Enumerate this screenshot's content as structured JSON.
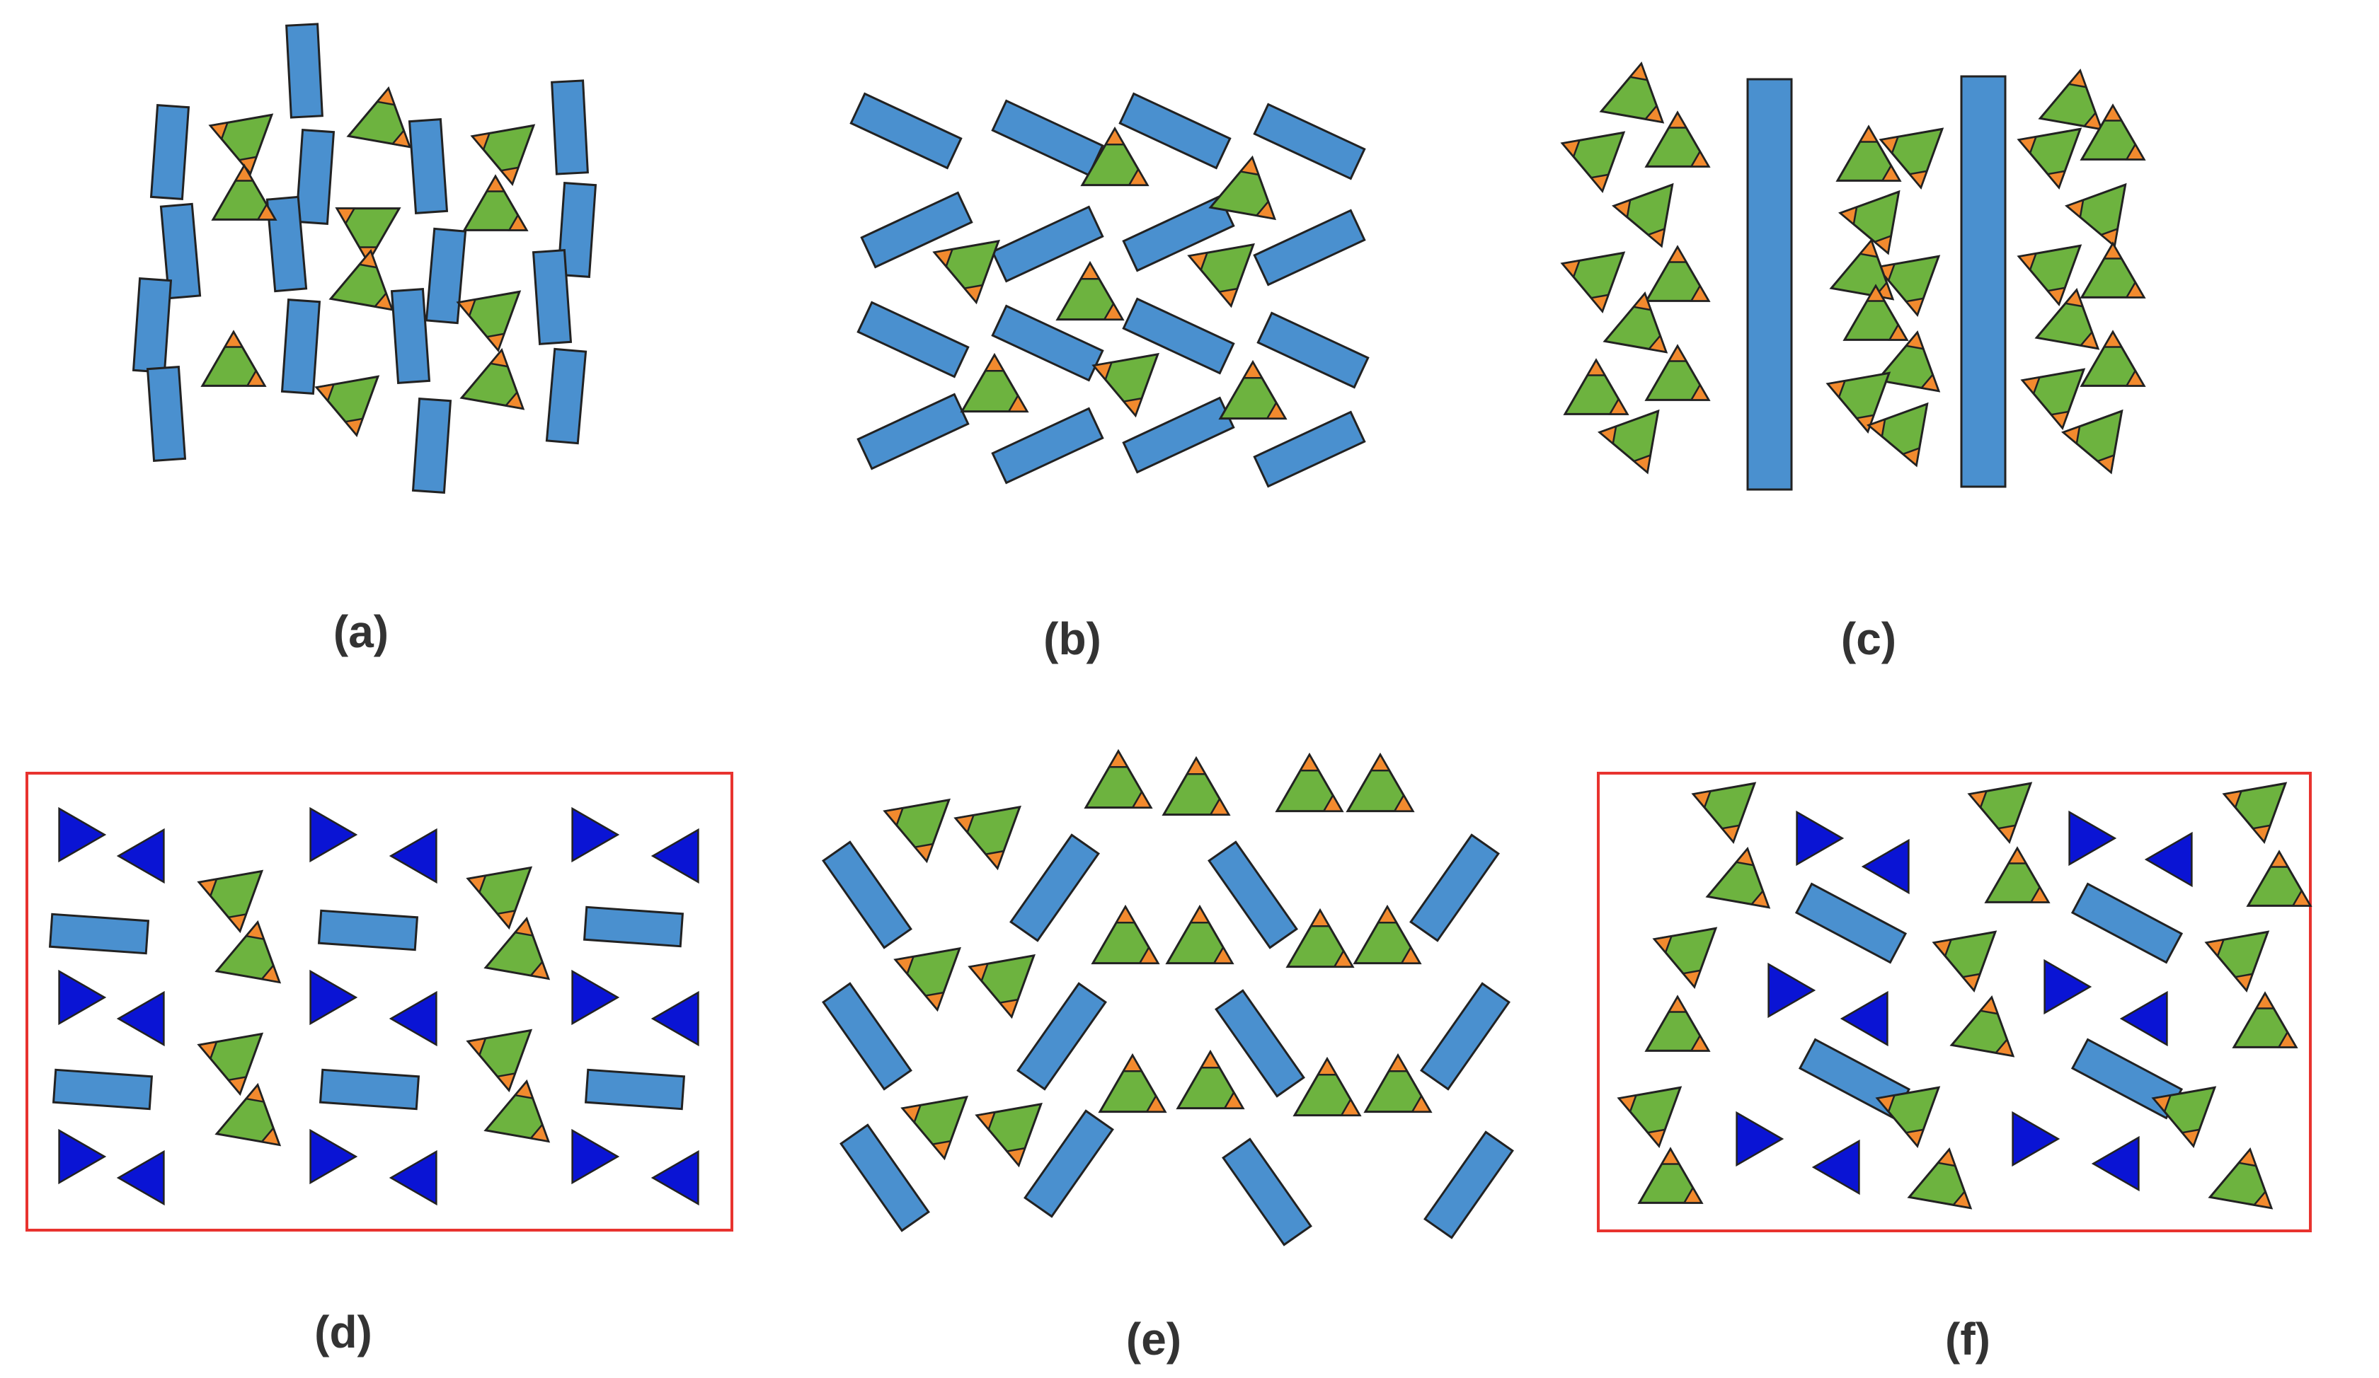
{
  "captions": {
    "a": "(a)",
    "b": "(b)",
    "c": "(c)",
    "d": "(d)",
    "e": "(e)",
    "f": "(f)"
  },
  "colors": {
    "rod": "#4a90cf",
    "triangle_green": "#6db33f",
    "triangle_tip": "#f28a2e",
    "arrow_blue": "#0a14d4",
    "frame": "#e8332f",
    "stroke": "#222222"
  },
  "icons": {
    "rod": "blue-rectangle-rod",
    "tri": "green-triangle-with-orange-corners",
    "arrow": "dark-blue-triangle-arrow",
    "frame": "red-boundary-frame"
  }
}
